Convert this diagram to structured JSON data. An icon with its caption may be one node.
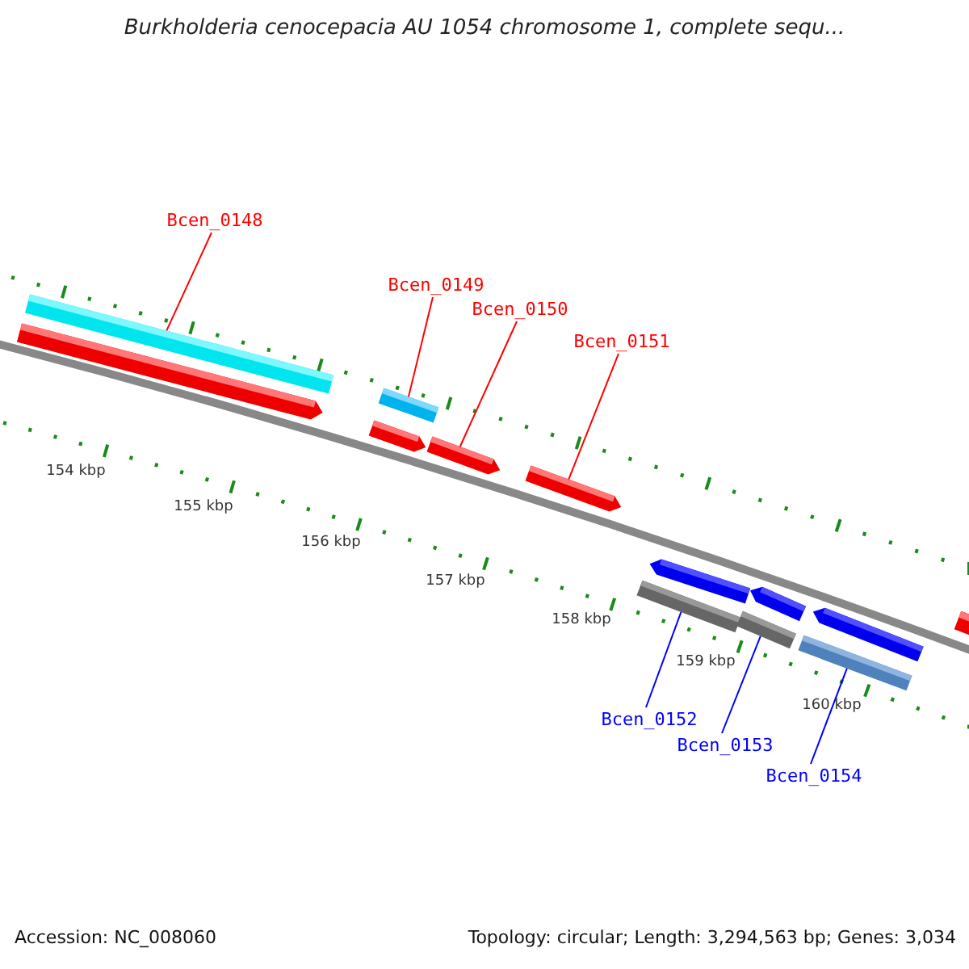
{
  "diagram": {
    "title": "Burkholderia cenocepacia AU 1054 chromosome 1, complete sequ...",
    "nodes": [
      {
        "text": [
          "Bcen_0148"
        ]
      },
      {
        "text": [
          "Bcen_0149"
        ]
      },
      {
        "text": [
          "Bcen_0150"
        ]
      },
      {
        "text": [
          "Bcen_0151"
        ]
      },
      {
        "text": [
          "Bcen_0152"
        ]
      },
      {
        "text": [
          "Bcen_0153"
        ]
      },
      {
        "text": [
          "Bcen_0154"
        ]
      },
      {
        "text": [],
        "shape": "bar"
      },
      {
        "text": [],
        "shape": "arrow"
      },
      {
        "text": [],
        "shape": "bar"
      },
      {
        "text": [],
        "shape": "arrow"
      },
      {
        "text": [],
        "shape": "arrow"
      },
      {
        "text": [],
        "shape": "arrow"
      },
      {
        "text": [],
        "shape": "arrow"
      },
      {
        "text": [],
        "shape": "bar"
      },
      {
        "text": [],
        "shape": "arrow"
      },
      {
        "text": [],
        "shape": "bar"
      },
      {
        "text": [],
        "shape": "arrow"
      },
      {
        "text": [],
        "shape": "bar"
      },
      {
        "text": [],
        "shape": "bar"
      }
    ],
    "edges": [
      {
        "from": 0,
        "to": 7,
        "arrow": "none"
      },
      {
        "from": 1,
        "to": 9,
        "arrow": "none"
      },
      {
        "from": 2,
        "to": 11,
        "arrow": "none"
      },
      {
        "from": 3,
        "to": 12,
        "arrow": "none"
      },
      {
        "from": 4,
        "to": 14,
        "arrow": "none",
        "color": "#0000ff"
      },
      {
        "from": 5,
        "to": 16,
        "arrow": "none",
        "color": "#0000ff"
      },
      {
        "from": 6,
        "to": 18,
        "arrow": "none",
        "color": "#0000ff"
      }
    ],
    "labels": [
      "154 kbp",
      "155 kbp",
      "156 kbp",
      "157 kbp",
      "158 kbp",
      "159 kbp",
      "160 kbp",
      "Accession: NC_008060",
      "Topology: circular; Length: 3,294,563 bp; Genes: 3,034"
    ]
  }
}
